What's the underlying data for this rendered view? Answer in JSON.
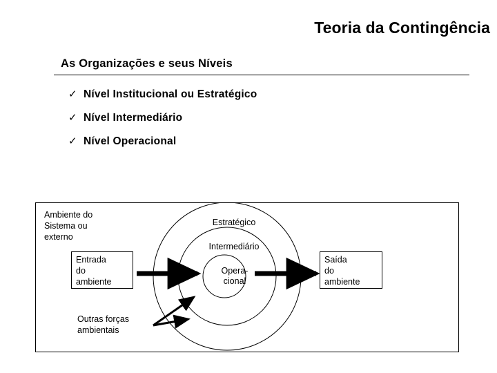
{
  "slide": {
    "title": "Teoria da Contingência",
    "subtitle": "As Organizações e seus Níveis"
  },
  "bullets": {
    "marker": "✓",
    "items": [
      {
        "label": "Nível Institucional ou Estratégico"
      },
      {
        "label": "Nível Intermediário"
      },
      {
        "label": "Nível Operacional"
      }
    ]
  },
  "diagram": {
    "environment_label": "Ambiente do\nSistema ou\nexterno",
    "input_box_label": "Entrada\ndo\nambiente",
    "output_box_label": "Saída\ndo\nambiente",
    "other_forces_label": "Outras forças\nambientais",
    "circles": [
      {
        "name": "outer",
        "label": "Estratégico"
      },
      {
        "name": "middle",
        "label": "Intermediário"
      },
      {
        "name": "inner",
        "label": "Opera-\ncional"
      }
    ],
    "colors": {
      "stroke": "#000000",
      "fill": "#ffffff",
      "background": "#ffffff"
    }
  }
}
